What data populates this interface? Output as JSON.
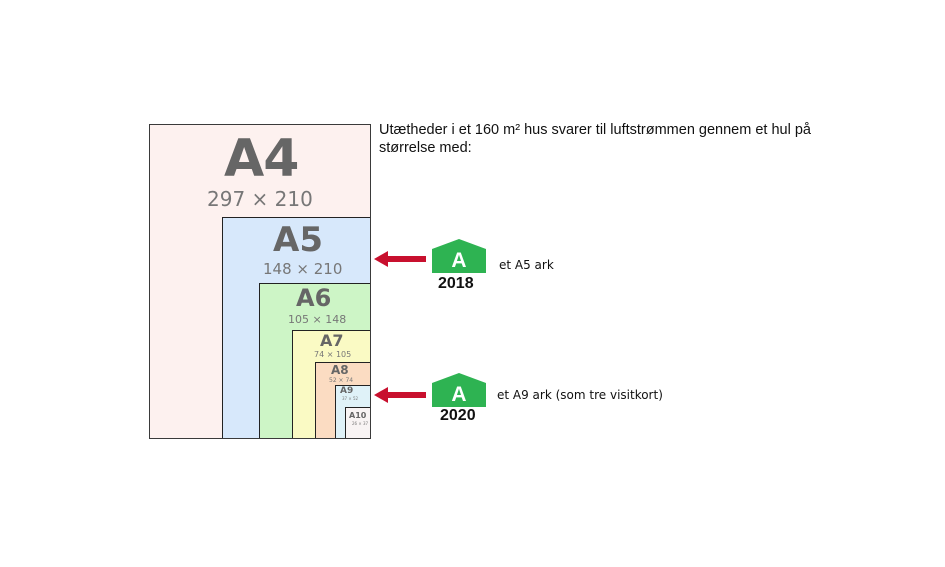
{
  "caption": "Utætheder i et 160 m² hus svarer til luftstrømmen gennem et hul på størrelse med:",
  "sheets": {
    "a4": {
      "label": "A4",
      "dims": "297 × 210"
    },
    "a5": {
      "label": "A5",
      "dims": "148 × 210"
    },
    "a6": {
      "label": "A6",
      "dims": "105 × 148"
    },
    "a7": {
      "label": "A7",
      "dims": "74 × 105"
    },
    "a8": {
      "label": "A8",
      "dims": "52 × 74"
    },
    "a9": {
      "label": "A9",
      "dims": "37 × 52"
    },
    "a10": {
      "label": "A10",
      "dims": "26 × 37"
    }
  },
  "markers": [
    {
      "badge": "A",
      "year": "2018",
      "note": "et A5 ark"
    },
    {
      "badge": "A",
      "year": "2020",
      "note": "et A9 ark (som tre visitkort)"
    }
  ],
  "colors": {
    "badge_green": "#2eb352",
    "arrow_red": "#c8102e"
  }
}
